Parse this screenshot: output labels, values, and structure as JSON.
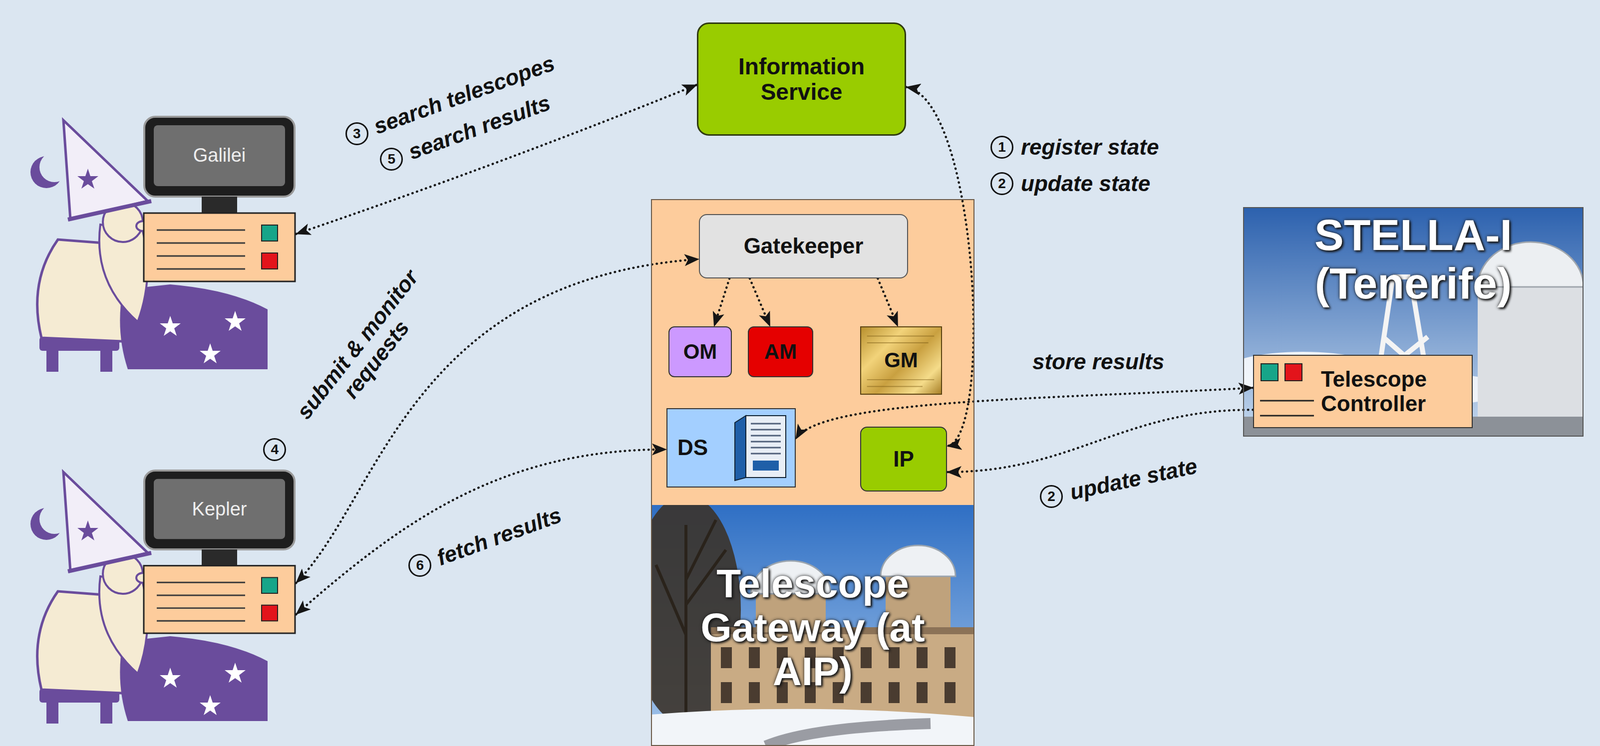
{
  "diagram": {
    "nodes": [
      {
        "text": [
          "Galilei"
        ]
      },
      {
        "text": [
          "Information Service"
        ]
      },
      {
        "text": [
          "Telescope Gateway (at AIP)"
        ]
      },
      {
        "text": [
          "Gatekeeper"
        ],
        "in": 2
      },
      {
        "text": [
          "OM"
        ],
        "in": 2
      },
      {
        "text": [
          "AM"
        ],
        "in": 2
      },
      {
        "text": [
          "GM"
        ],
        "in": 2
      },
      {
        "text": [
          "DS"
        ],
        "in": 2
      },
      {
        "text": [
          "IP"
        ],
        "in": 2
      },
      {
        "text": [
          "STELLA-I (Tenerife)"
        ]
      },
      {
        "text": [
          "Telescope Controller"
        ],
        "in": 9
      },
      {
        "text": [
          "Kepler"
        ]
      }
    ],
    "edges": [
      {
        "from": 0,
        "to": 1,
        "label": "search telescopes",
        "arrow": "both"
      },
      {
        "from": 1,
        "to": 8,
        "label": "register state",
        "arrow": "both"
      },
      {
        "from": 3,
        "to": 4,
        "arrow": "to"
      },
      {
        "from": 3,
        "to": 5,
        "arrow": "to"
      },
      {
        "from": 3,
        "to": 6,
        "arrow": "to"
      },
      {
        "from": 11,
        "to": 3,
        "label": "submit & monitor requests",
        "arrow": "both"
      },
      {
        "from": 11,
        "to": 7,
        "label": "fetch results",
        "arrow": "both"
      },
      {
        "from": 10,
        "to": 7,
        "label": "store results",
        "arrow": "both"
      },
      {
        "from": 10,
        "to": 8,
        "label": "update state",
        "arrow": "to"
      }
    ],
    "labels": [
      "3",
      "5",
      "search results",
      "1",
      "2",
      "update state",
      "4",
      "6",
      "2"
    ]
  }
}
